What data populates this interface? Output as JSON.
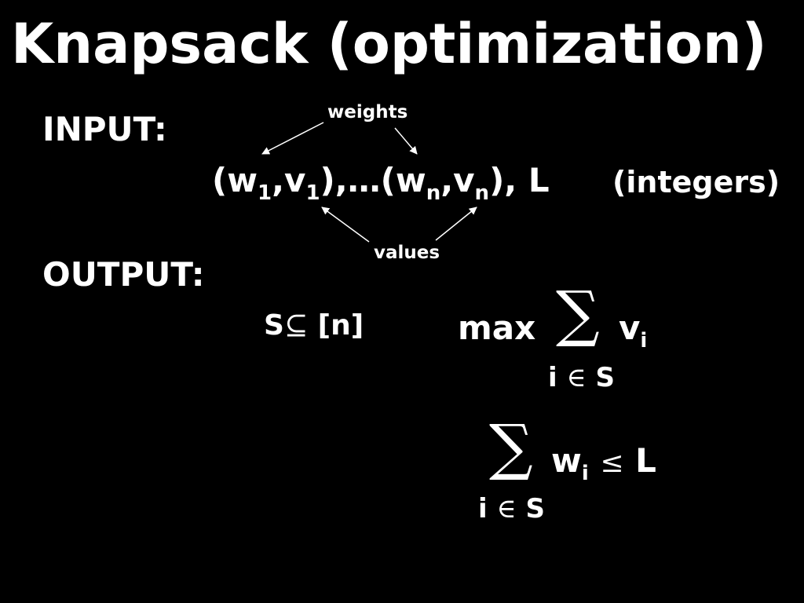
{
  "slide": {
    "title": "Knapsack (optimization)",
    "input_label": "INPUT:",
    "output_label": "OUTPUT:",
    "weights_note": "weights",
    "values_note": "values",
    "integers_note": "(integers)",
    "input_tuple": {
      "p1": "(w",
      "s1": "1",
      "p2": ",v",
      "s2": "1",
      "p3": "),…(w",
      "s3": "n",
      "p4": ",v",
      "s4": "n",
      "p5": "), L"
    },
    "output_set": {
      "s_char": "S",
      "subset_symbol": "⊆",
      "set_text": " [n]"
    },
    "objective": {
      "max_label": "max",
      "sum_symbol": "∑",
      "term_var": "v",
      "term_sub": "i",
      "index_i": "i",
      "elem_symbol": "∈",
      "index_set": "S"
    },
    "constraint": {
      "sum_symbol": "∑",
      "term_var": "w",
      "term_sub": "i",
      "leq_symbol": "≤",
      "bound": "L",
      "index_i": "i",
      "elem_symbol": "∈",
      "index_set": "S"
    }
  },
  "colors": {
    "background": "#000000",
    "text": "#ffffff"
  }
}
